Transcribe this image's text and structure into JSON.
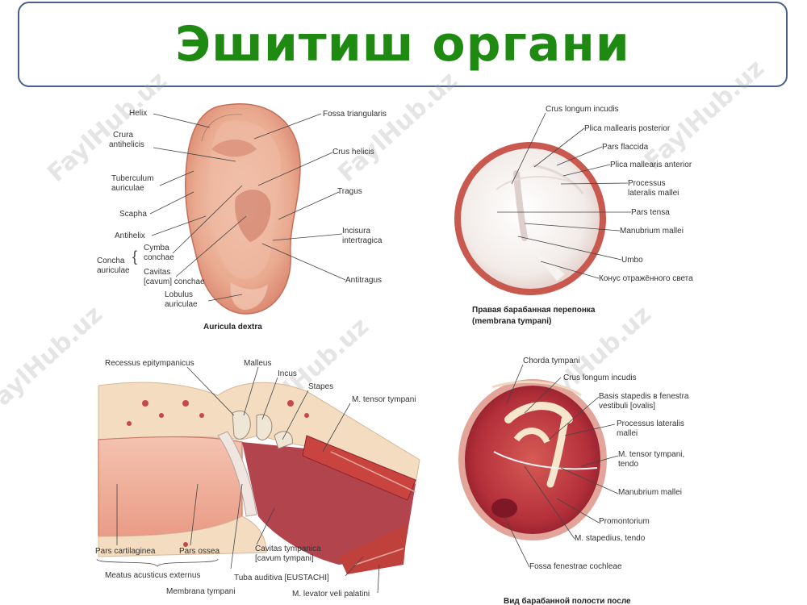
{
  "slide": {
    "title": "Эшитиш органи"
  },
  "watermark": {
    "text": "FaylHub.uz"
  },
  "auricle": {
    "caption": "Auricula dextra",
    "labels": {
      "helix": "Helix",
      "crura_1": "Crura",
      "crura_2": "antihelicis",
      "tuberculum_1": "Tuberculum",
      "tuberculum_2": "auriculae",
      "scapha": "Scapha",
      "antihelix": "Antihelix",
      "cymba_1": "Cymba",
      "cymba_2": "conchae",
      "concha_1": "Concha",
      "concha_2": "auriculae",
      "cavitas_1": "Cavitas",
      "cavitas_2": "[cavum] conchae",
      "lobulus_1": "Lobulus",
      "lobulus_2": "auriculae",
      "fossa": "Fossa triangularis",
      "crus_helicis": "Crus helicis",
      "tragus": "Tragus",
      "incisura_1": "Incisura",
      "incisura_2": "intertragica",
      "antitragus": "Antitragus"
    }
  },
  "membrane": {
    "caption_1": "Правая барабанная перепонка",
    "caption_2": "(membrana tympani)",
    "labels": {
      "crus_longum": "Crus longum incudis",
      "plica_post": "Plica mallearis posterior",
      "pars_flaccida": "Pars flaccida",
      "plica_ant": "Plica mallearis anterior",
      "processus_1": "Processus",
      "processus_2": "lateralis mallei",
      "pars_tensa": "Pars tensa",
      "manubrium": "Manubrium mallei",
      "umbo": "Umbo",
      "konus": "Конус отражённого света"
    }
  },
  "middle_ear": {
    "labels": {
      "recessus": "Recessus epitympanicus",
      "malleus": "Malleus",
      "incus": "Incus",
      "stapes": "Stapes",
      "tensor": "M. tensor tympani",
      "pars_cart": "Pars cartilaginea",
      "pars_ossea": "Pars ossea",
      "meatus": "Meatus acusticus externus",
      "membrana": "Membrana tympani",
      "cavitas_1": "Cavitas tympanica",
      "cavitas_2": "[cavum tympani]",
      "tuba": "Tuba auditiva [EUSTACHI]",
      "levator": "M. levator veli palatini"
    }
  },
  "cavity": {
    "caption": "Вид барабанной полости после",
    "labels": {
      "chorda": "Chorda tympani",
      "crus_longum": "Crus longum incudis",
      "basis_1": "Basis stapedis в fenestra",
      "basis_2": "vestibuli [ovalis]",
      "processus_1": "Processus lateralis",
      "processus_2": "mallei",
      "tensor_1": "M. tensor tympani,",
      "tensor_2": "tendo",
      "manubrium": "Manubrium mallei",
      "promontorium": "Promontorium",
      "stapedius": "M. stapedius, tendo",
      "fossa": "Fossa fenestrae cochleae"
    }
  }
}
